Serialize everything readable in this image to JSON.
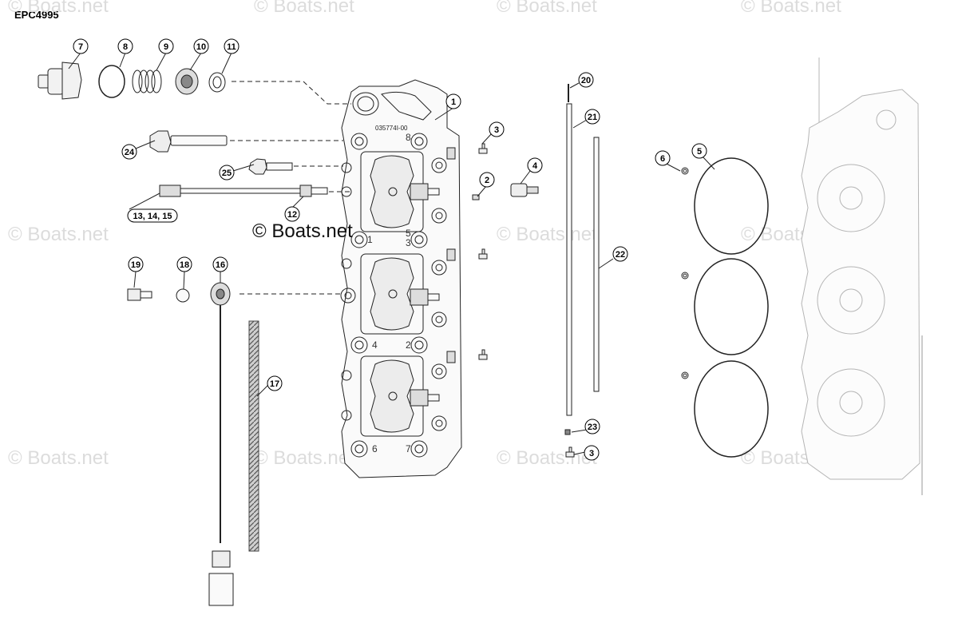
{
  "diagram_code": "EPC4995",
  "watermark_text": "© Boats.net",
  "casting_number": "035774I-00",
  "cylinder_marks": [
    "8",
    "5",
    "1",
    "3",
    "4",
    "2",
    "6",
    "7"
  ],
  "callouts": [
    {
      "id": "c7",
      "label": "7"
    },
    {
      "id": "c8",
      "label": "8"
    },
    {
      "id": "c9",
      "label": "9"
    },
    {
      "id": "c10",
      "label": "10"
    },
    {
      "id": "c11",
      "label": "11"
    },
    {
      "id": "c1",
      "label": "1"
    },
    {
      "id": "c24",
      "label": "24"
    },
    {
      "id": "c25",
      "label": "25"
    },
    {
      "id": "c12",
      "label": "12"
    },
    {
      "id": "c13",
      "label": "13, 14, 15"
    },
    {
      "id": "c19",
      "label": "19"
    },
    {
      "id": "c18",
      "label": "18"
    },
    {
      "id": "c16",
      "label": "16"
    },
    {
      "id": "c17",
      "label": "17"
    },
    {
      "id": "c3a",
      "label": "3"
    },
    {
      "id": "c2",
      "label": "2"
    },
    {
      "id": "c4",
      "label": "4"
    },
    {
      "id": "c20",
      "label": "20"
    },
    {
      "id": "c21",
      "label": "21"
    },
    {
      "id": "c22",
      "label": "22"
    },
    {
      "id": "c23",
      "label": "23"
    },
    {
      "id": "c3b",
      "label": "3"
    },
    {
      "id": "c6",
      "label": "6"
    },
    {
      "id": "c5",
      "label": "5"
    }
  ]
}
